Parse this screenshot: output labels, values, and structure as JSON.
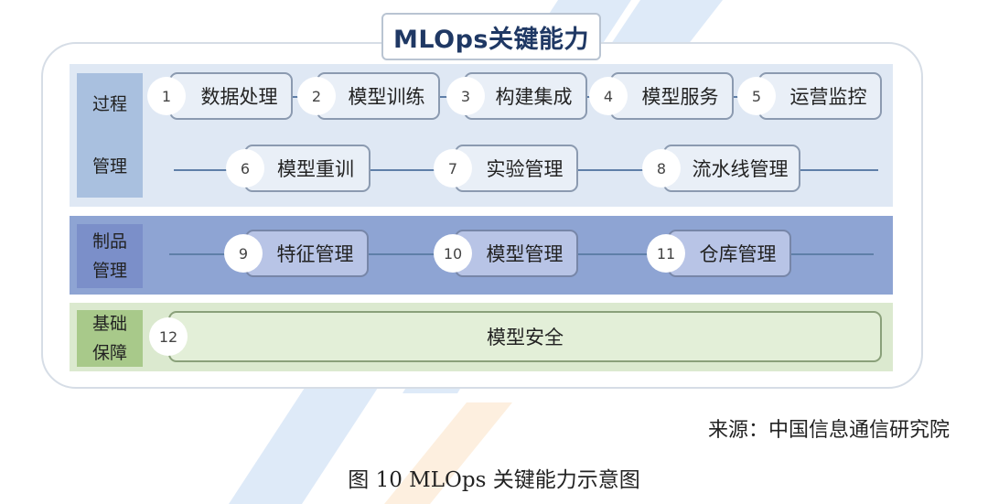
{
  "title": "MLOps关键能力",
  "sections": {
    "process": {
      "line1": "过程",
      "line2": "管理"
    },
    "artifact": {
      "line1": "制品",
      "line2": "管理"
    },
    "foundation": {
      "line1": "基础",
      "line2": "保障"
    }
  },
  "process_steps": [
    {
      "num": "1",
      "label": "数据处理"
    },
    {
      "num": "2",
      "label": "模型训练"
    },
    {
      "num": "3",
      "label": "构建集成"
    },
    {
      "num": "4",
      "label": "模型服务"
    },
    {
      "num": "5",
      "label": "运营监控"
    },
    {
      "num": "6",
      "label": "模型重训"
    },
    {
      "num": "7",
      "label": "实验管理"
    },
    {
      "num": "8",
      "label": "流水线管理"
    }
  ],
  "artifact_items": [
    {
      "num": "9",
      "label": "特征管理"
    },
    {
      "num": "10",
      "label": "模型管理"
    },
    {
      "num": "11",
      "label": "仓库管理"
    }
  ],
  "foundation_items": [
    {
      "num": "12",
      "label": "模型安全"
    }
  ],
  "source": "来源：中国信息通信研究院",
  "caption": "图 10 MLOps 关键能力示意图",
  "colors": {
    "process_band": "#dfe8f4",
    "artifact_band": "#8ea4d3",
    "foundation_band": "#dbe9cf",
    "watermark_blue": "#3a7fd6",
    "watermark_orange": "#f5a03c"
  }
}
